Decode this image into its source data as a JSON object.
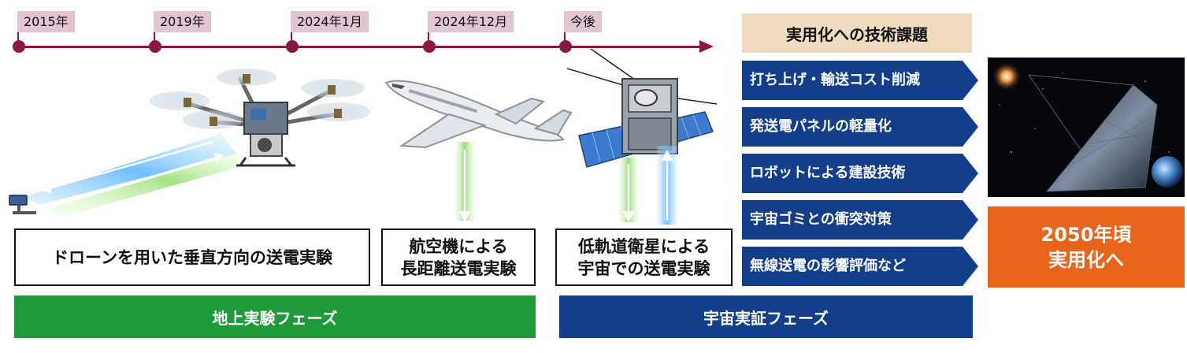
{
  "timeline": {
    "milestones": [
      "2015年",
      "2019年",
      "2024年1月",
      "2024年12月",
      "今後"
    ]
  },
  "experiments": {
    "drone": "ドローンを用いた垂直方向の送電実験",
    "aircraft_line1": "航空機による",
    "aircraft_line2": "長距離送電実験",
    "satellite_line1": "低軌道衛星による",
    "satellite_line2": "宇宙での送電実験"
  },
  "phases": {
    "ground": "地上実験フェーズ",
    "space": "宇宙実証フェーズ"
  },
  "tech": {
    "title": "実用化への技術課題",
    "items": [
      "打ち上げ・輸送コスト削減",
      "発送電パネルの軽量化",
      "ロボットによる建設技術",
      "宇宙ゴミとの衝突対策",
      "無線送電の影響評価など"
    ]
  },
  "goal": {
    "line1": "2050年頃",
    "line2": "実用化へ"
  },
  "colors": {
    "timeline": "#8a1846",
    "milestone_label_bg": "#e2c4d3",
    "ground_phase": "#1f9a3a",
    "space_phase": "#133f8a",
    "tech_header_bg": "#efdcc0",
    "tech_item": "#133f8a",
    "goal": "#e8641b"
  }
}
